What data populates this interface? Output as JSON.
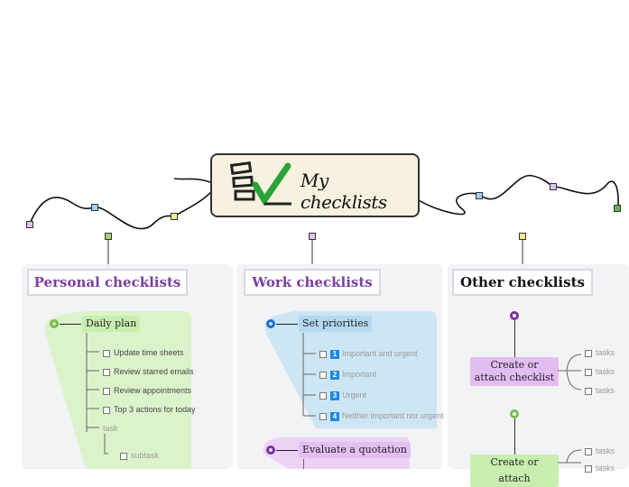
{
  "central": {
    "title": "My checklists",
    "icon": "checklist-icon"
  },
  "branches": {
    "personal": {
      "title": "Personal checklists",
      "color": "#7b3fa0",
      "root": "Daily plan",
      "items": [
        "Update time sheets",
        "Review starred emails",
        "Review appointments",
        "Top 3 actions for today"
      ],
      "task": "task",
      "subtask": "subtask"
    },
    "work": {
      "title": "Work checklists",
      "color": "#7b3fa0",
      "root1": "Set priorities",
      "items": [
        {
          "n": "1",
          "label": "Important and urgent"
        },
        {
          "n": "2",
          "label": "Important"
        },
        {
          "n": "3",
          "label": "Urgent"
        },
        {
          "n": "4",
          "label": "Neither important nor urgent"
        }
      ],
      "root2": "Evaluate a quotation"
    },
    "other": {
      "title": "Other checklists",
      "color": "#111111",
      "node1": "Create or attach checklist",
      "node2": "Create or attach",
      "tasks": [
        "tasks",
        "tasks",
        "tasks"
      ],
      "tasks2": [
        "tasks",
        "tasks"
      ]
    }
  },
  "colors": {
    "green": "#c9efb0",
    "blue": "#cce6f4",
    "purple": "#e8c8f4",
    "yellow": "#fbe98c"
  }
}
